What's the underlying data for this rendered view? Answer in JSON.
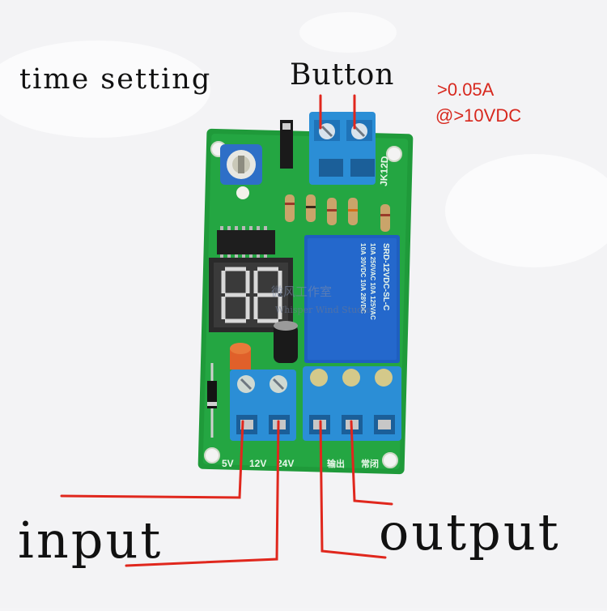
{
  "labels": {
    "time_setting": "time setting",
    "button": "Button",
    "current_spec": ">0.05A",
    "voltage_spec": "@>10VDC",
    "input": "input",
    "output": "output"
  },
  "board": {
    "terminal_5v": "5V",
    "terminal_12v": "12V",
    "terminal_24v": "24V",
    "out_label": "输出",
    "nc_label": "常闭",
    "model_label": "JK12D",
    "relay_model": "SRD-12VDC-SL-C",
    "relay_rating1": "10A 250VAC 10A 125VAC",
    "relay_rating2": "10A 30VDC 10A 28VDC",
    "display_value": "88",
    "watermark": "Whisper Wind Studio",
    "watermark_cn": "微风工作室"
  },
  "colors": {
    "pcb_green": "#1f9a3a",
    "terminal_blue": "#2b8ed6",
    "relay_blue": "#1e5fc0",
    "annotation_red": "#d7281e"
  }
}
